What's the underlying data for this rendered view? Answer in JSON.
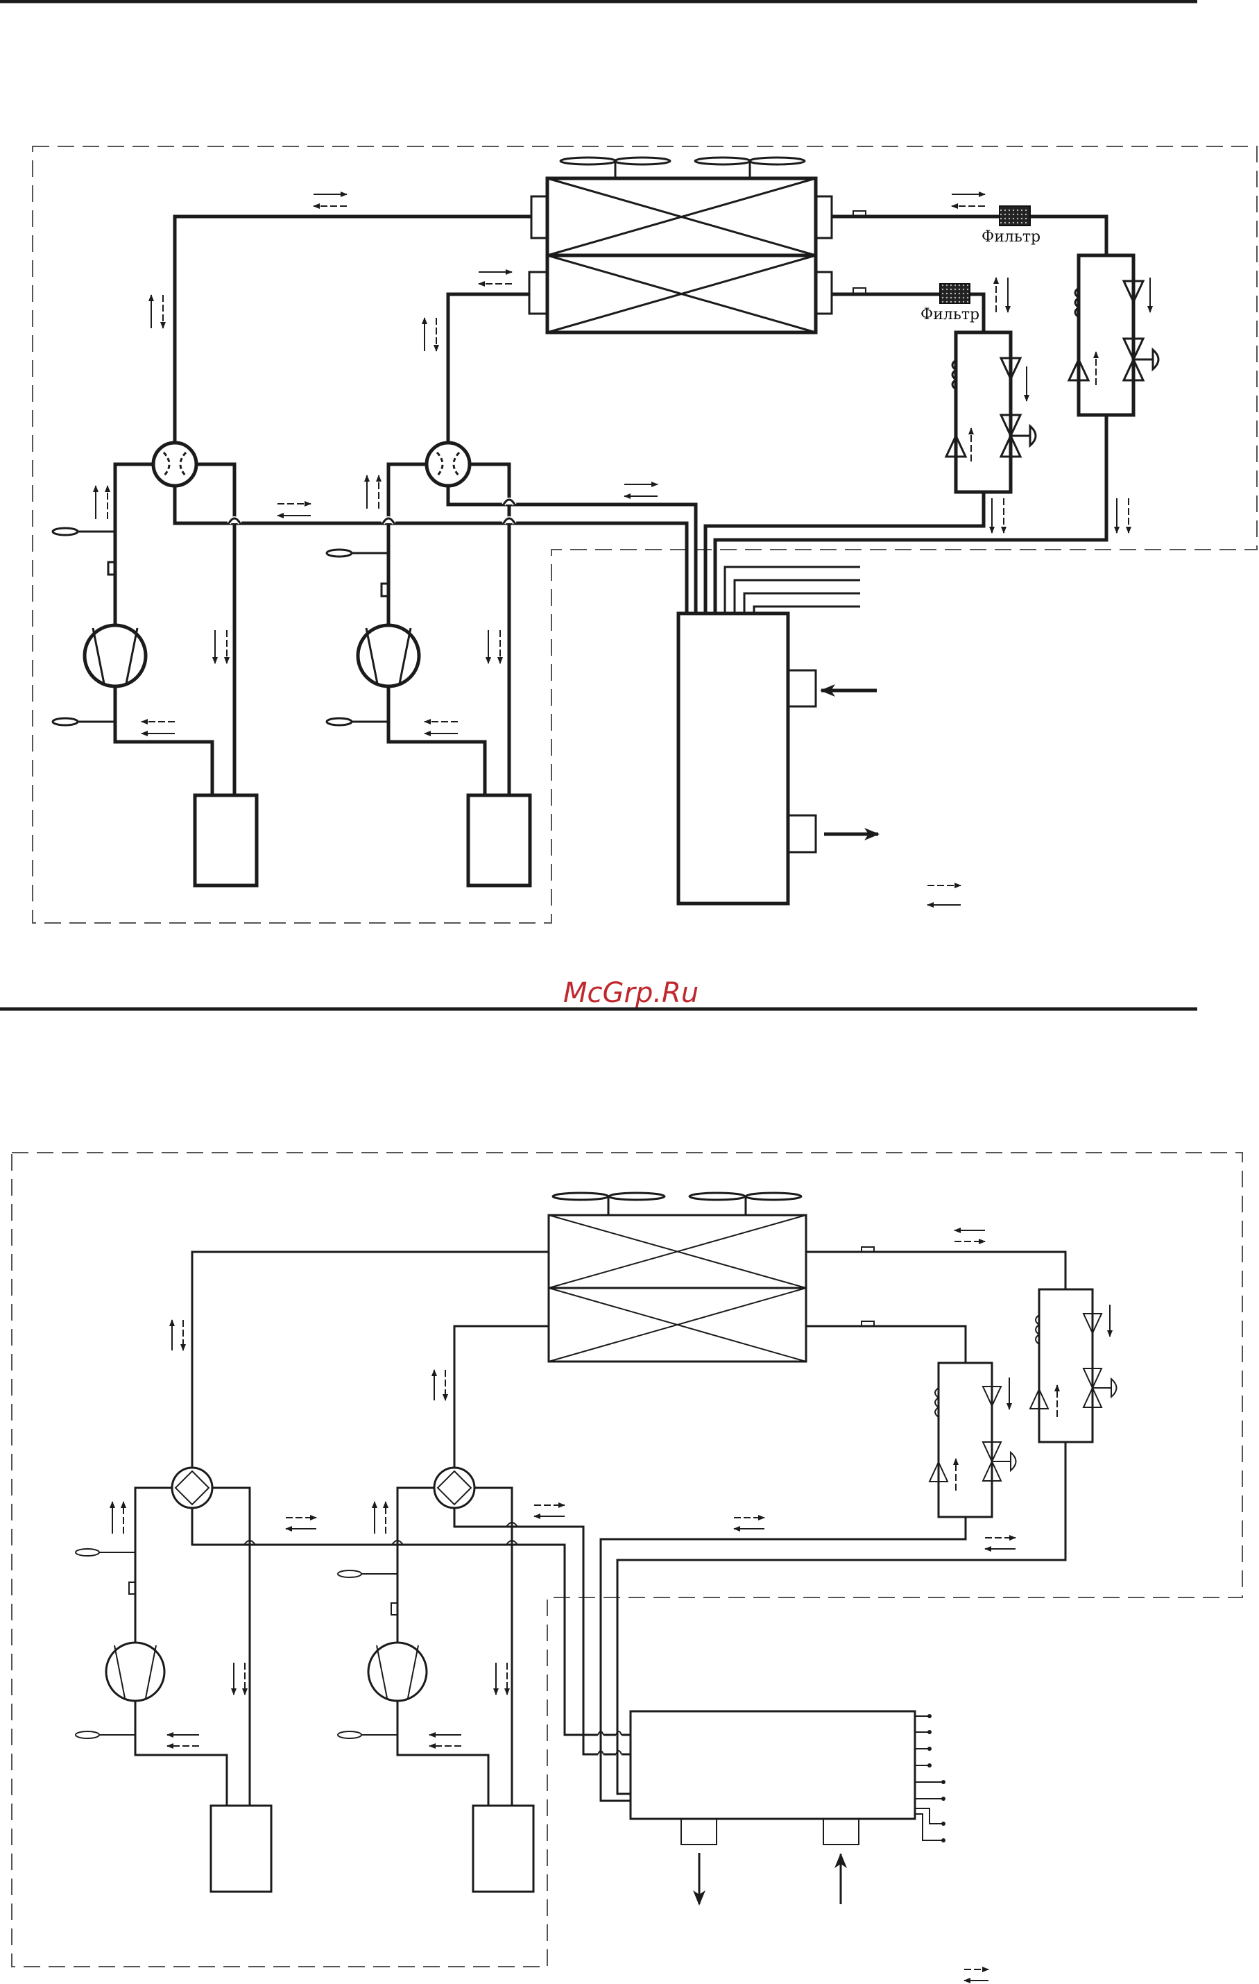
{
  "labels": {
    "filter_1": "Фильтр",
    "filter_2": "Фильтр"
  },
  "watermark": {
    "text": "McGrp.Ru",
    "color": "#c0282d"
  },
  "colors": {
    "line": "#1b1b1b",
    "filter_fill": "#333333"
  }
}
